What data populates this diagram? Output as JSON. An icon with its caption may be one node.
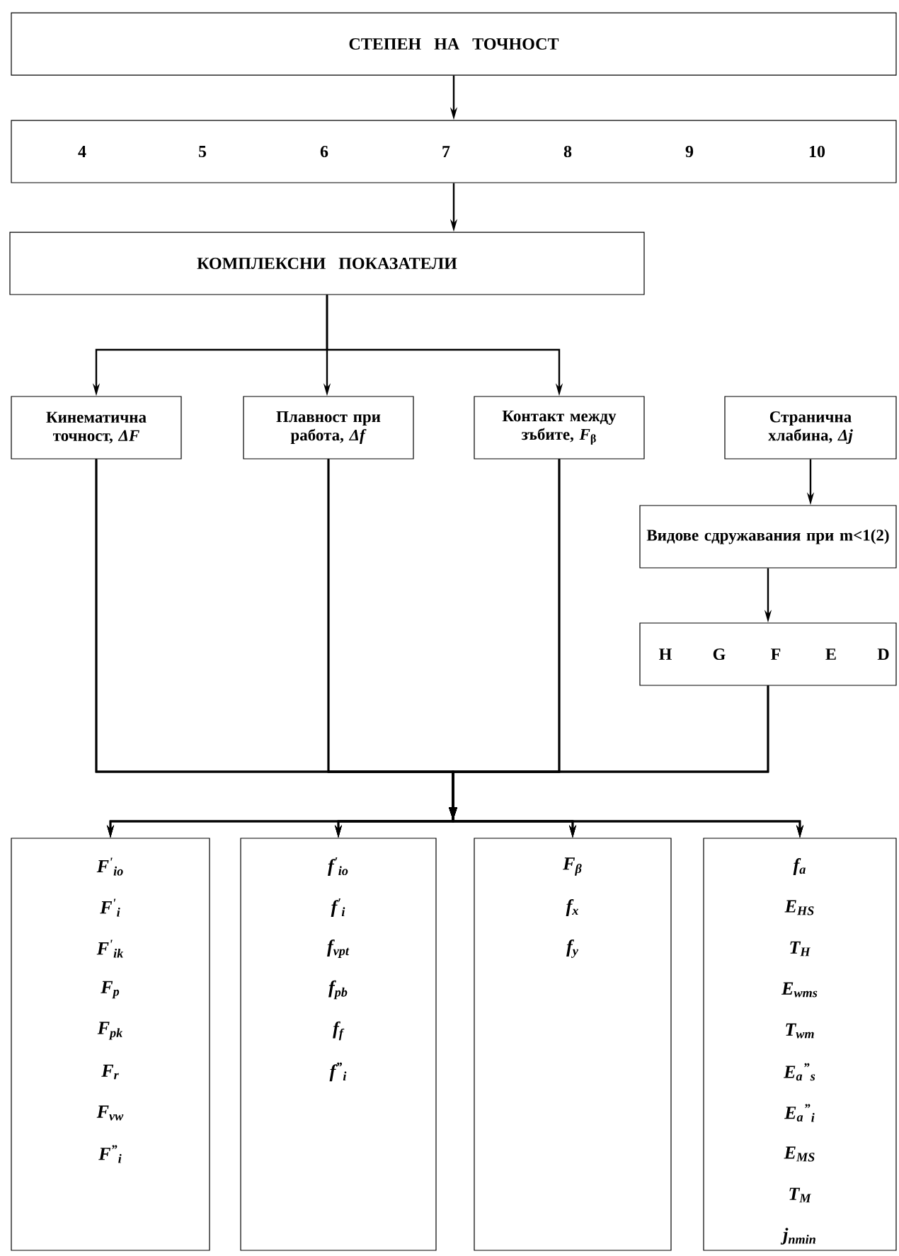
{
  "diagram": {
    "nodes": [
      {
        "text": [
          "СТЕПЕН НА ТОЧНОСТ"
        ]
      },
      {
        "text": [
          "4",
          "5",
          "6",
          "7",
          "8",
          "9",
          "10"
        ]
      },
      {
        "text": [
          "КОМПЛЕКСНИ ПОКАЗАТЕЛИ"
        ]
      },
      {
        "text": [
          "Кинематична точност, *ΔF*"
        ]
      },
      {
        "text": [
          "Плавност при работа, *Δf*"
        ]
      },
      {
        "text": [
          "Контакт между зъбите, *F*$_{β}$"
        ]
      },
      {
        "text": [
          "Странична хлабина, *Δj*"
        ]
      },
      {
        "text": [
          "Видове сдружавания при m<1(2)"
        ]
      },
      {
        "text": [
          "H",
          "G",
          "F",
          "E",
          "D"
        ]
      },
      {
        "text": [
          "F$^{'}$$_{io}$",
          "F$^{'}$$_{i}$",
          "F$^{'}$$_{ik}$",
          "F$_{p}$",
          "F$_{pk}$",
          "F$_{r}$",
          "F$_{vw}$",
          "F$^{”}$$_{i}$"
        ]
      },
      {
        "text": [
          "f$^{'}$$_{io}$",
          "f$^{'}$$_{i}$",
          "f$_{vpt}$",
          "f$_{pb}$",
          "f$_{f}$",
          "f$^{”}$$_{i}$"
        ]
      },
      {
        "text": [
          "F$_{β}$",
          "f$_{x}$",
          "f$_{y}$"
        ]
      },
      {
        "text": [
          "f$_{a}$",
          "E$_{HS}$",
          "T$_{H}$",
          "E$_{wms}$",
          "T$_{wm}$",
          "E$_{a}$$^{”}$$_{s}$",
          "E$_{a}$$^{”}$$_{i}$",
          "E$_{MS}$",
          "T$_{M}$",
          "j$_{nmin}$"
        ]
      }
    ],
    "edges": [
      {
        "from": 0,
        "to": 1,
        "arrow": "to"
      },
      {
        "from": 1,
        "to": 2,
        "arrow": "to"
      },
      {
        "from": 2,
        "to": 3,
        "arrow": "to"
      },
      {
        "from": 2,
        "to": 4,
        "arrow": "to"
      },
      {
        "from": 2,
        "to": 5,
        "arrow": "to"
      },
      {
        "from": 6,
        "to": 7,
        "arrow": "to"
      },
      {
        "from": 7,
        "to": 8,
        "arrow": "to"
      },
      {
        "from": 3,
        "to": 9,
        "arrow": "to"
      },
      {
        "from": 3,
        "to": 10,
        "arrow": "to"
      },
      {
        "from": 3,
        "to": 11,
        "arrow": "to"
      },
      {
        "from": 3,
        "to": 12,
        "arrow": "to"
      },
      {
        "from": 4,
        "to": 9,
        "arrow": "to"
      },
      {
        "from": 4,
        "to": 10,
        "arrow": "to"
      },
      {
        "from": 4,
        "to": 11,
        "arrow": "to"
      },
      {
        "from": 4,
        "to": 12,
        "arrow": "to"
      },
      {
        "from": 5,
        "to": 9,
        "arrow": "to"
      },
      {
        "from": 5,
        "to": 10,
        "arrow": "to"
      },
      {
        "from": 5,
        "to": 11,
        "arrow": "to"
      },
      {
        "from": 5,
        "to": 12,
        "arrow": "to"
      },
      {
        "from": 8,
        "to": 9,
        "arrow": "to"
      },
      {
        "from": 8,
        "to": 10,
        "arrow": "to"
      },
      {
        "from": 8,
        "to": 11,
        "arrow": "to"
      },
      {
        "from": 8,
        "to": 12,
        "arrow": "to"
      }
    ]
  }
}
